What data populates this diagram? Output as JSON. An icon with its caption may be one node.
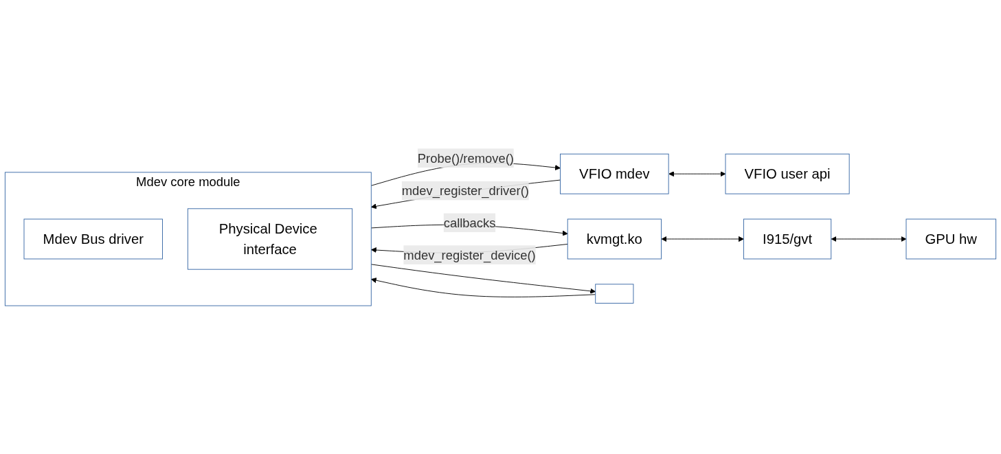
{
  "diagram": {
    "nodes": [
      {
        "text": [
          "Mdev core module"
        ]
      },
      {
        "text": [
          "Mdev Bus driver"
        ],
        "in": 0
      },
      {
        "text": [
          "Physical Device interface"
        ],
        "in": 0
      },
      {
        "text": [
          "VFIO mdev"
        ]
      },
      {
        "text": [
          "VFIO user api"
        ]
      },
      {
        "text": [
          "kvmgt.ko"
        ]
      },
      {
        "text": [
          "I915/gvt"
        ]
      },
      {
        "text": [
          "GPU hw"
        ]
      },
      {
        "text": [],
        "shape": "box"
      }
    ],
    "edges": [
      {
        "from": 3,
        "to": 0,
        "arrow": "to",
        "label": "mdev_register_driver()"
      },
      {
        "from": 0,
        "to": 3,
        "arrow": "to",
        "label": "Probe()/remove()"
      },
      {
        "from": 3,
        "to": 4,
        "arrow": "both"
      },
      {
        "from": 5,
        "to": 0,
        "arrow": "to",
        "label": "mdev_register_device()"
      },
      {
        "from": 0,
        "to": 5,
        "arrow": "to",
        "label": "callbacks"
      },
      {
        "from": 5,
        "to": 6,
        "arrow": "both"
      },
      {
        "from": 6,
        "to": 7,
        "arrow": "both"
      },
      {
        "from": 8,
        "to": 0,
        "arrow": "to"
      },
      {
        "from": 0,
        "to": 8,
        "arrow": "to"
      }
    ]
  }
}
